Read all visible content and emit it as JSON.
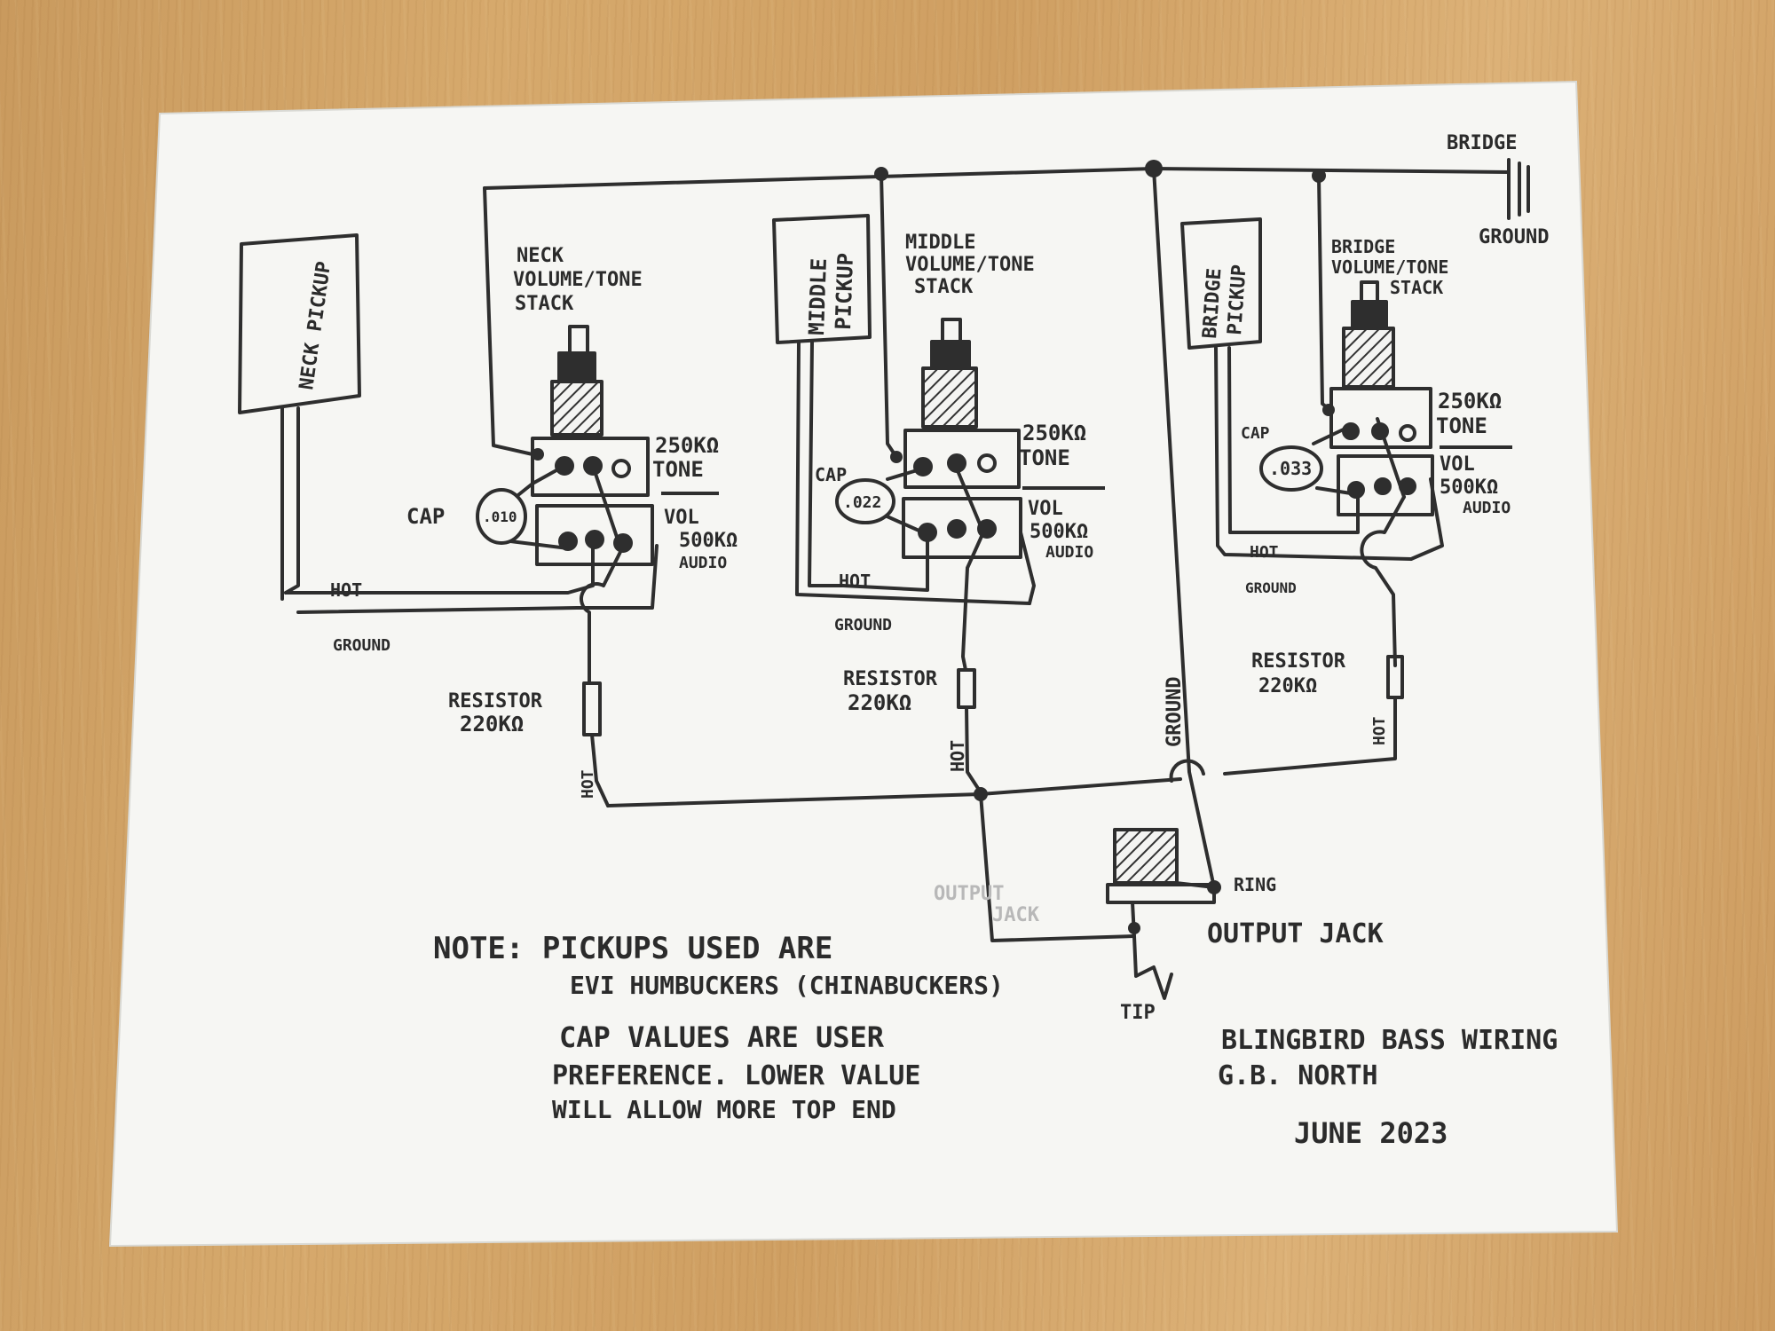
{
  "pickups": {
    "neck": "NECK PICKUP",
    "middle_line1": "MIDDLE",
    "middle_line2": "PICKUP",
    "bridge_line1": "BRIDGE",
    "bridge_line2": "PICKUP"
  },
  "stacks": {
    "neck": [
      "NECK",
      "VOLUME/TONE",
      "STACK"
    ],
    "middle": [
      "MIDDLE",
      "VOLUME/TONE",
      "STACK"
    ],
    "bridge": [
      "BRIDGE",
      "VOLUME/TONE",
      "STACK"
    ]
  },
  "pots": {
    "tone_value": "250KΩ",
    "tone_label": "TONE",
    "vol_label": "VOL",
    "vol_value": "500KΩ",
    "vol_taper": "AUDIO"
  },
  "caps": {
    "label": "CAP",
    "neck_value": ".010",
    "middle_value": ".022",
    "bridge_value": ".033"
  },
  "wires": {
    "hot": "HOT",
    "ground": "GROUND"
  },
  "resistor": {
    "label": "RESISTOR",
    "value": "220KΩ"
  },
  "bridge_ground": {
    "line1": "BRIDGE",
    "line2": "GROUND"
  },
  "jack": {
    "faint_line1": "OUTPUT",
    "faint_line2": "JACK",
    "ring": "RING",
    "tip": "TIP",
    "label": "OUTPUT JACK"
  },
  "notes": {
    "line1": "NOTE: PICKUPS USED ARE",
    "line2": "EVI HUMBUCKERS (CHINABUCKERS)",
    "line3": "CAP VALUES ARE USER",
    "line4": "PREFERENCE. LOWER VALUE",
    "line5": "WILL ALLOW MORE TOP END"
  },
  "title": {
    "line1": "BLINGBIRD BASS WIRING",
    "line2": "G.B. NORTH",
    "date": "JUNE 2023"
  }
}
